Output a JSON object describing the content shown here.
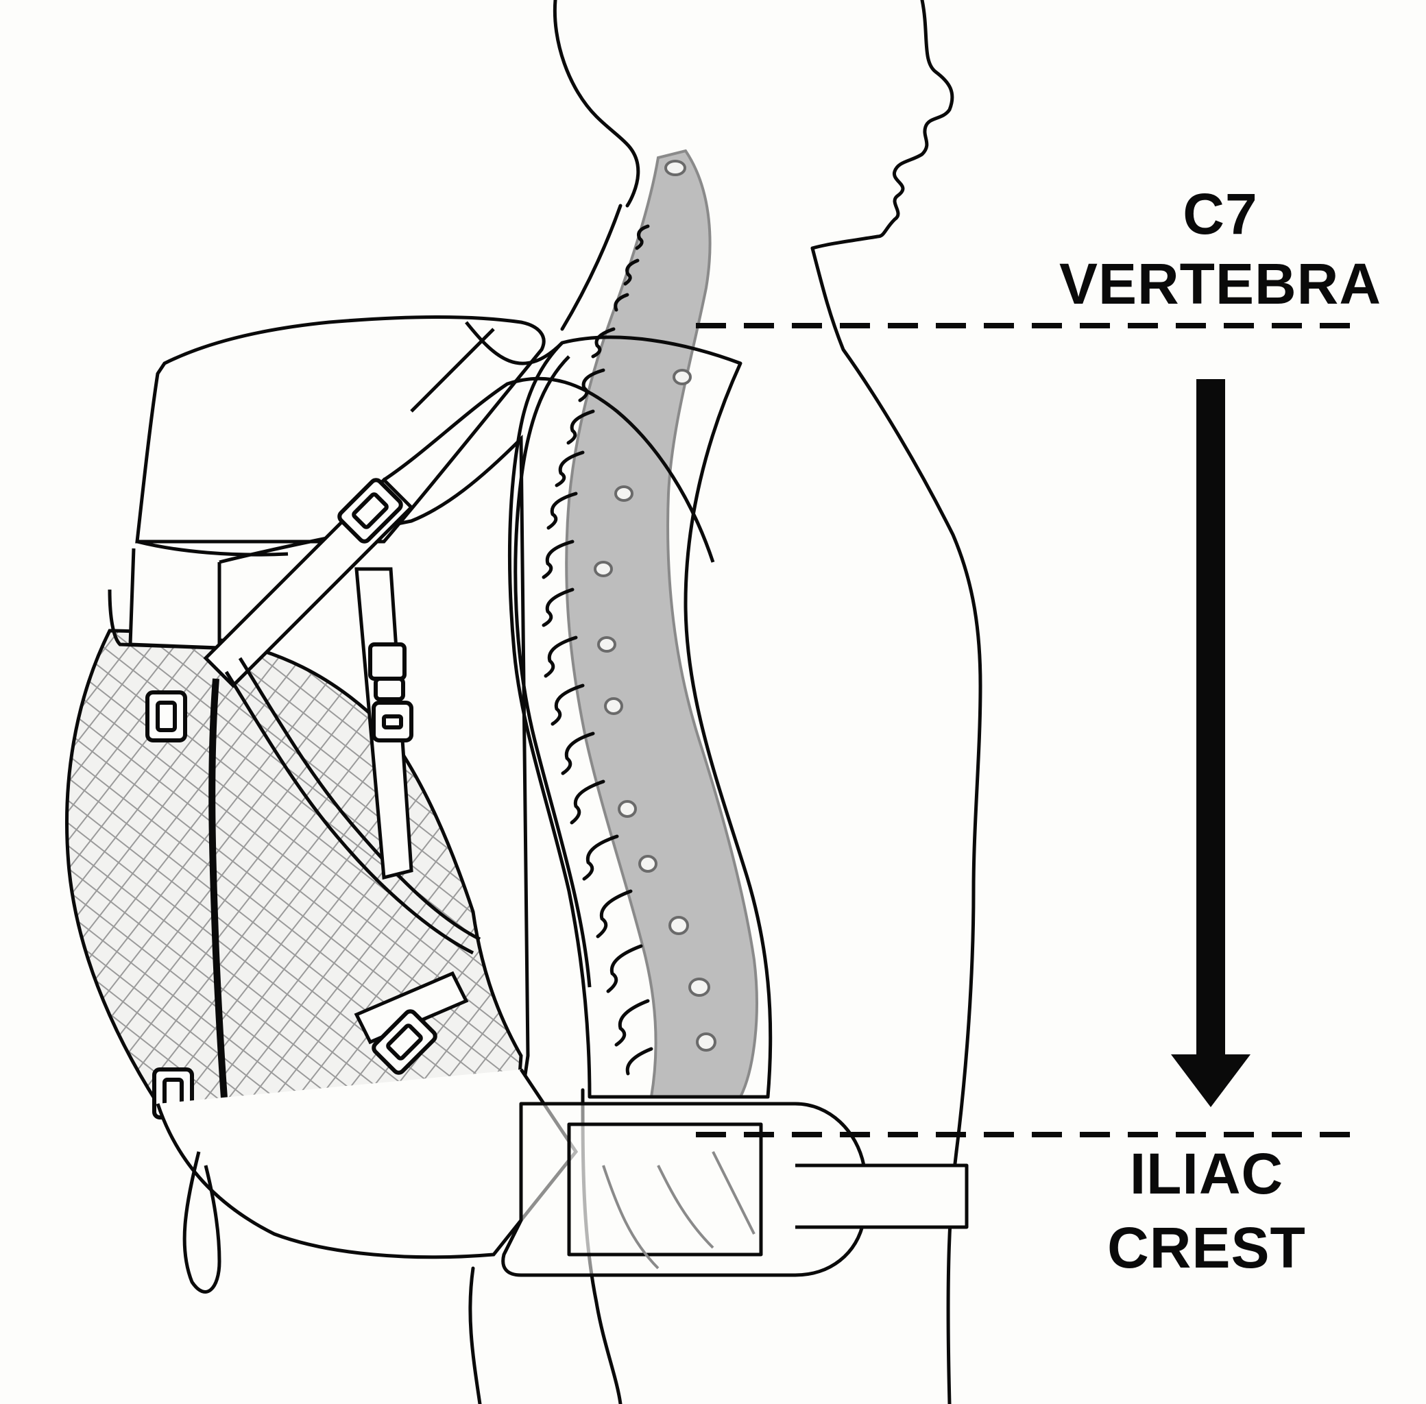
{
  "diagram": {
    "top_label": {
      "line1": "C7",
      "line2": "VERTEBRA"
    },
    "bottom_label": {
      "line1": "ILIAC",
      "line2": "CREST"
    },
    "arrow_direction": "down",
    "colors": {
      "ink": "#0a0a0a",
      "background": "#fdfdfb",
      "spine_shade": "#bdbdbd",
      "mesh": "#9a9a9a"
    }
  }
}
